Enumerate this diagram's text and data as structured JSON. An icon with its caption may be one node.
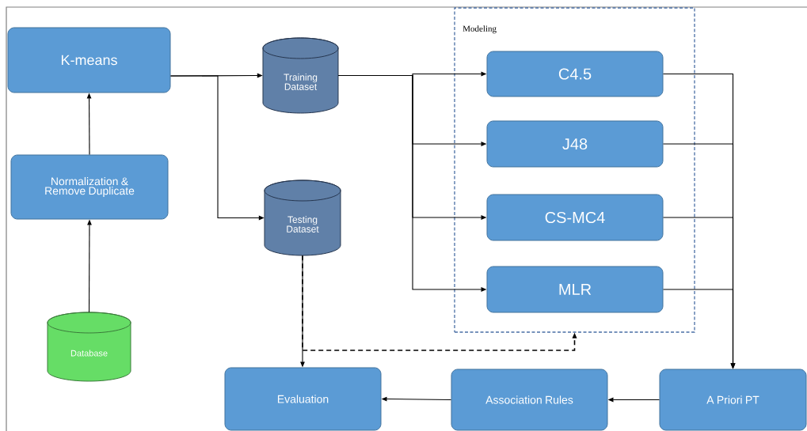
{
  "diagram": {
    "nodes": [
      {
        "text": [
          "K-means"
        ]
      },
      {
        "text": [
          "Normalization & Remove Duplicate"
        ]
      },
      {
        "text": [
          "Database"
        ]
      },
      {
        "text": [
          "Training Dataset"
        ]
      },
      {
        "text": [
          "Testing Dataset"
        ]
      },
      {
        "text": [
          "Modeling"
        ]
      },
      {
        "text": [
          "C4.5"
        ],
        "in": 5
      },
      {
        "text": [
          "J48"
        ],
        "in": 5
      },
      {
        "text": [
          "CS-MC4"
        ],
        "in": 5
      },
      {
        "text": [
          "MLR"
        ],
        "in": 5
      },
      {
        "text": [
          "Evaluation"
        ]
      },
      {
        "text": [
          "Association Rules"
        ]
      },
      {
        "text": [
          "A Priori PT"
        ]
      }
    ],
    "edges": [
      {
        "from": 2,
        "to": 1,
        "arrow": "to"
      },
      {
        "from": 1,
        "to": 0,
        "arrow": "to"
      },
      {
        "from": 0,
        "to": 3,
        "arrow": "to"
      },
      {
        "from": 0,
        "to": 4,
        "arrow": "to"
      },
      {
        "from": 3,
        "to": 6,
        "arrow": "to"
      },
      {
        "from": 3,
        "to": 7,
        "arrow": "to"
      },
      {
        "from": 3,
        "to": 8,
        "arrow": "to"
      },
      {
        "from": 3,
        "to": 9,
        "arrow": "to"
      },
      {
        "from": 6,
        "to": 12,
        "arrow": "to"
      },
      {
        "from": 7,
        "to": 12,
        "arrow": "to"
      },
      {
        "from": 8,
        "to": 12,
        "arrow": "to"
      },
      {
        "from": 9,
        "to": 12,
        "arrow": "to"
      },
      {
        "from": 4,
        "to": 10,
        "arrow": "to"
      },
      {
        "from": 12,
        "to": 11,
        "arrow": "to"
      },
      {
        "from": 11,
        "to": 10,
        "arrow": "to"
      },
      {
        "from": 4,
        "to": 5,
        "arrow": "to",
        "style": "dashed"
      }
    ]
  }
}
